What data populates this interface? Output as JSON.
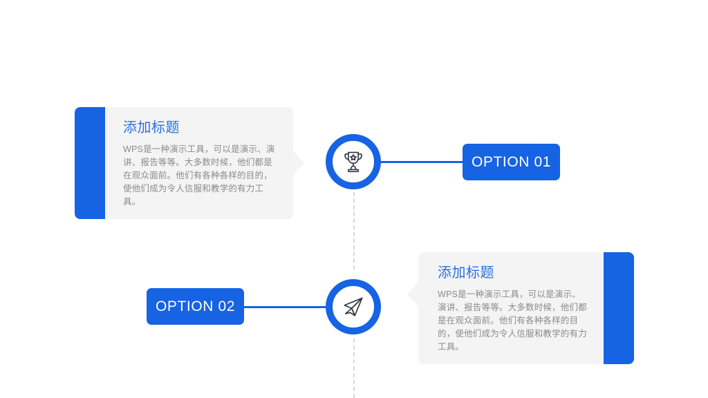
{
  "slide": {
    "background_color": "#ffffff",
    "accent_color": "#1663e3",
    "title_color": "#2a6fe0",
    "card_background": "#f4f4f4",
    "body_text_color": "#8a8a8a",
    "dashed_line_color": "#d8d8d8"
  },
  "items": [
    {
      "id": "option-01",
      "pill_label": "OPTION 01",
      "icon": "trophy-icon",
      "card": {
        "title": "添加标题",
        "body": "WPS是一种演示工具，可以是演示、演讲、报告等等。大多数时候，他们都是在观众面前。他们有各种各样的目的，使他们成为令人信服和教学的有力工具。"
      }
    },
    {
      "id": "option-02",
      "pill_label": "OPTION 02",
      "icon": "paper-plane-icon",
      "card": {
        "title": "添加标题",
        "body": "WPS是一种演示工具，可以是演示、演讲、报告等等。大多数时候，他们都是在观众面前。他们有各种各样的目的，使他们成为令人信服和教学的有力工具。"
      }
    }
  ]
}
